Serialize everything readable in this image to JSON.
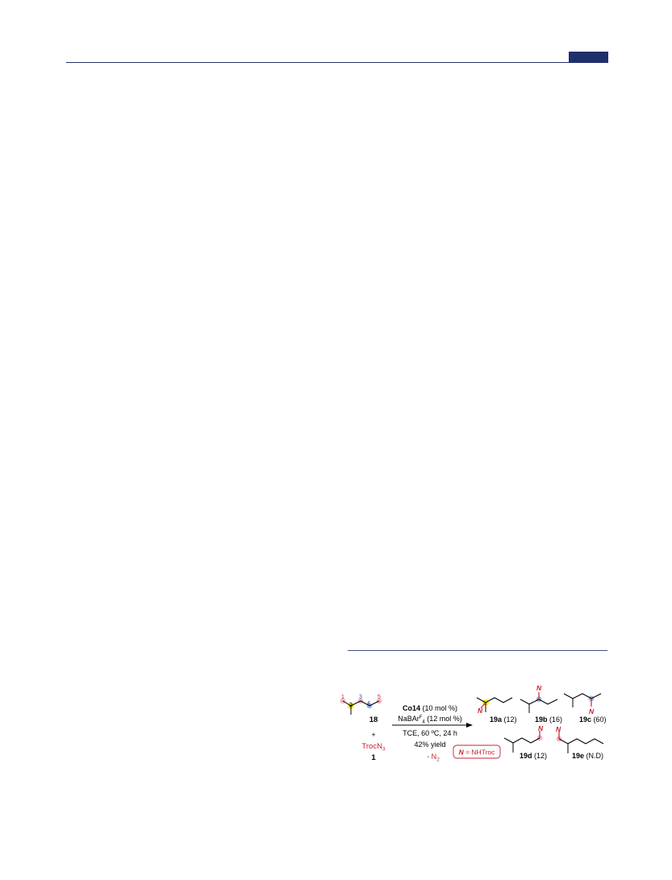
{
  "colors": {
    "rule": "#1f2f6b",
    "red": "#c8202f",
    "site_yellow": "#f1e800",
    "site_blue": "#9fb4e6",
    "site_pink": "#f3b7c0"
  },
  "reaction": {
    "substrate": {
      "label": "18",
      "position_numbers": [
        "1",
        "2",
        "3",
        "4",
        "5"
      ]
    },
    "plus": "+",
    "reagent": {
      "formula": "TrocN",
      "subscript": "3",
      "label": "1"
    },
    "conditions": {
      "catalyst_name": "Co14",
      "catalyst_loading": "(10 mol %)",
      "additive_base": "NaBAr",
      "additive_sup": "F",
      "additive_sub": "4",
      "additive_loading": "(12 mol %)",
      "solvent_temp_time": "TCE, 60 ºC, 24 h",
      "yield": "42% yield",
      "byproduct": "- N",
      "byproduct_sub": "2"
    },
    "legend": {
      "symbol": "N",
      "text": " = NHTroc"
    },
    "product_atom_label": "N",
    "products": [
      {
        "id": "19a",
        "ratio": "(12)"
      },
      {
        "id": "19b",
        "ratio": "(16)"
      },
      {
        "id": "19c",
        "ratio": "(60)"
      },
      {
        "id": "19d",
        "ratio": "(12)"
      },
      {
        "id": "19e",
        "ratio": "(N.D)"
      }
    ]
  }
}
